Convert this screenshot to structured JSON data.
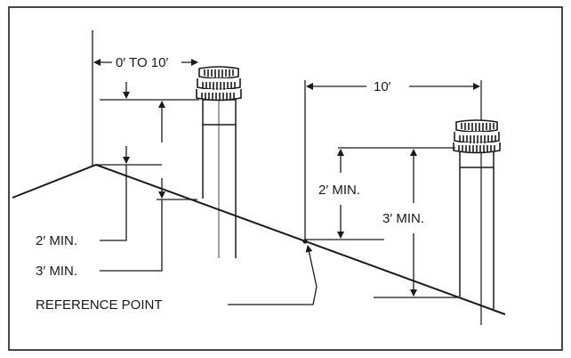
{
  "labels": {
    "horizontal_range": "0′ TO 10′",
    "horizontal_ten": "10′",
    "two_min_left": "2′ MIN.",
    "three_min_left": "3′ MIN.",
    "reference_point": "REFERENCE POINT",
    "two_min_right": "2′ MIN.",
    "three_min_right": "3′ MIN."
  },
  "colors": {
    "ink": "#1a1a1a",
    "paper": "#ffffff"
  }
}
